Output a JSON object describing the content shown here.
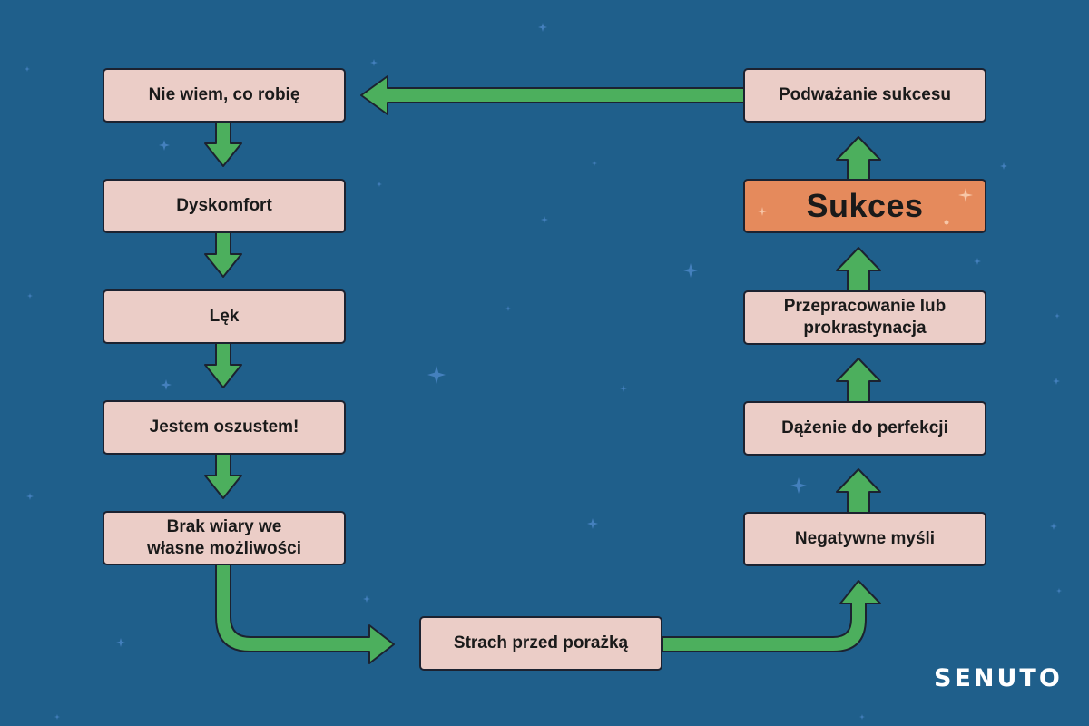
{
  "nodes": {
    "nie_wiem": "Nie wiem, co robię",
    "dyskomfort": "Dyskomfort",
    "lek": "Lęk",
    "oszust": "Jestem oszustem!",
    "brak_wiary": "Brak wiary we własne możliwości",
    "strach": "Strach przed porażką",
    "negatywne": "Negatywne myśli",
    "dazenie": "Dążenie do perfekcji",
    "przepracowanie": "Przepracowanie lub prokrastynacja",
    "sukces": "Sukces",
    "podwazanie": "Podważanie sukcesu"
  },
  "edges": [
    {
      "from": "nie_wiem",
      "to": "dyskomfort"
    },
    {
      "from": "dyskomfort",
      "to": "lek"
    },
    {
      "from": "lek",
      "to": "oszust"
    },
    {
      "from": "oszust",
      "to": "brak_wiary"
    },
    {
      "from": "brak_wiary",
      "to": "strach"
    },
    {
      "from": "strach",
      "to": "negatywne"
    },
    {
      "from": "negatywne",
      "to": "dazenie"
    },
    {
      "from": "dazenie",
      "to": "przepracowanie"
    },
    {
      "from": "przepracowanie",
      "to": "sukces"
    },
    {
      "from": "sukces",
      "to": "podwazanie"
    },
    {
      "from": "podwazanie",
      "to": "nie_wiem"
    }
  ],
  "brand": {
    "logo": "SENUTO"
  },
  "colors": {
    "background": "#1f5f8b",
    "node_fill": "#ebcdc7",
    "highlight_fill": "#e58a5c",
    "arrow": "#4caf5d",
    "outline": "#1c2230"
  }
}
